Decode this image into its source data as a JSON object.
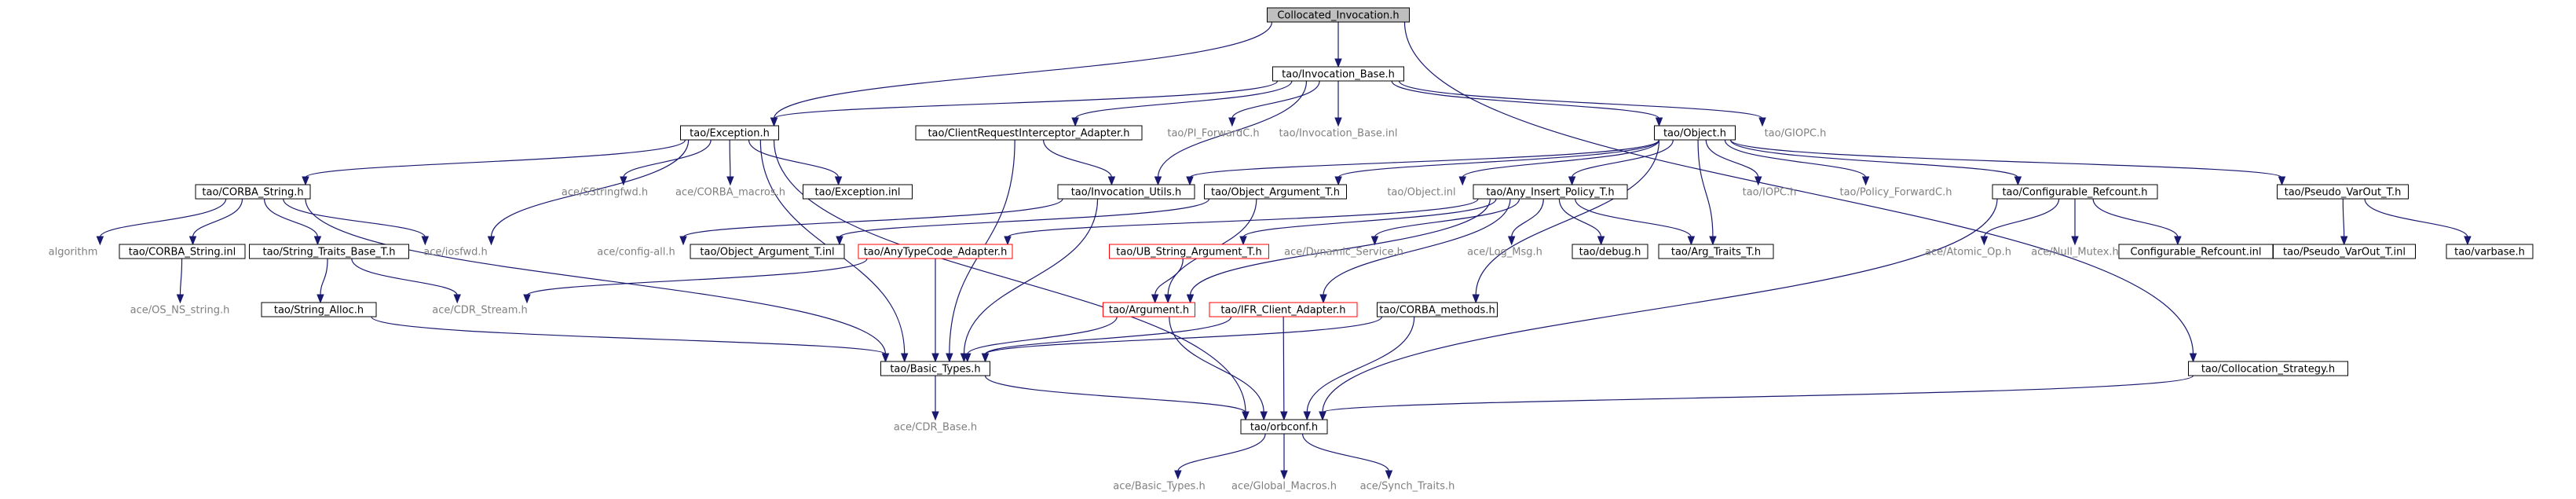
{
  "colors": {
    "edge": "#191970",
    "box_border": "#000000",
    "root_fill": "#bfbfbf",
    "missing_border": "#ff0000",
    "grey_text": "#7f7f7f"
  },
  "nodes": {
    "root": "Collocated_Invocation.h",
    "invocation_base": "tao/Invocation_Base.h",
    "exception": "tao/Exception.h",
    "client_request_adapter": "tao/ClientRequestInterceptor_Adapter.h",
    "pi_forward": "tao/PI_ForwardC.h",
    "invocation_base_inl": "tao/Invocation_Base.inl",
    "object": "tao/Object.h",
    "giop": "tao/GIOPC.h",
    "corba_string": "tao/CORBA_String.h",
    "sstringfwd": "ace/SStringfwd.h",
    "ace_corba_macros": "ace/CORBA_macros.h",
    "exception_inl": "tao/Exception.inl",
    "invocation_utils": "tao/Invocation_Utils.h",
    "object_argument": "tao/Object_Argument_T.h",
    "object_inl": "tao/Object.inl",
    "any_insert": "tao/Any_Insert_Policy_T.h",
    "iopc": "tao/IOPC.h",
    "policy_forward": "tao/Policy_ForwardC.h",
    "configurable_refcount": "tao/Configurable_Refcount.h",
    "pseudo_varout": "tao/Pseudo_VarOut_T.h",
    "algorithm": "algorithm",
    "corba_string_inl": "tao/CORBA_String.inl",
    "string_traits": "tao/String_Traits_Base_T.h",
    "iosfwd": "ace/iosfwd.h",
    "config_all": "ace/config-all.h",
    "object_argument_inl": "tao/Object_Argument_T.inl",
    "anytypecode_adapter": "tao/AnyTypeCode_Adapter.h",
    "ub_string_argument": "tao/UB_String_Argument_T.h",
    "dynamic_service": "ace/Dynamic_Service.h",
    "log_msg": "ace/Log_Msg.h",
    "debug": "tao/debug.h",
    "arg_traits": "tao/Arg_Traits_T.h",
    "atomic_op": "ace/Atomic_Op.h",
    "null_mutex": "ace/Null_Mutex.h",
    "configurable_refcount_inl": "Configurable_Refcount.inl",
    "pseudo_varout_inl": "tao/Pseudo_VarOut_T.inl",
    "varbase": "tao/varbase.h",
    "os_ns_string": "ace/OS_NS_string.h",
    "string_alloc": "tao/String_Alloc.h",
    "cdr_stream": "ace/CDR_Stream.h",
    "argument": "tao/Argument.h",
    "ifr_client_adapter": "tao/IFR_Client_Adapter.h",
    "corba_methods": "tao/CORBA_methods.h",
    "basic_types": "tao/Basic_Types.h",
    "collocation_strategy": "tao/Collocation_Strategy.h",
    "cdr_base": "ace/CDR_Base.h",
    "orbconf": "tao/orbconf.h",
    "ace_basic_types": "ace/Basic_Types.h",
    "global_macros": "ace/Global_Macros.h",
    "synch_traits": "ace/Synch_Traits.h"
  }
}
